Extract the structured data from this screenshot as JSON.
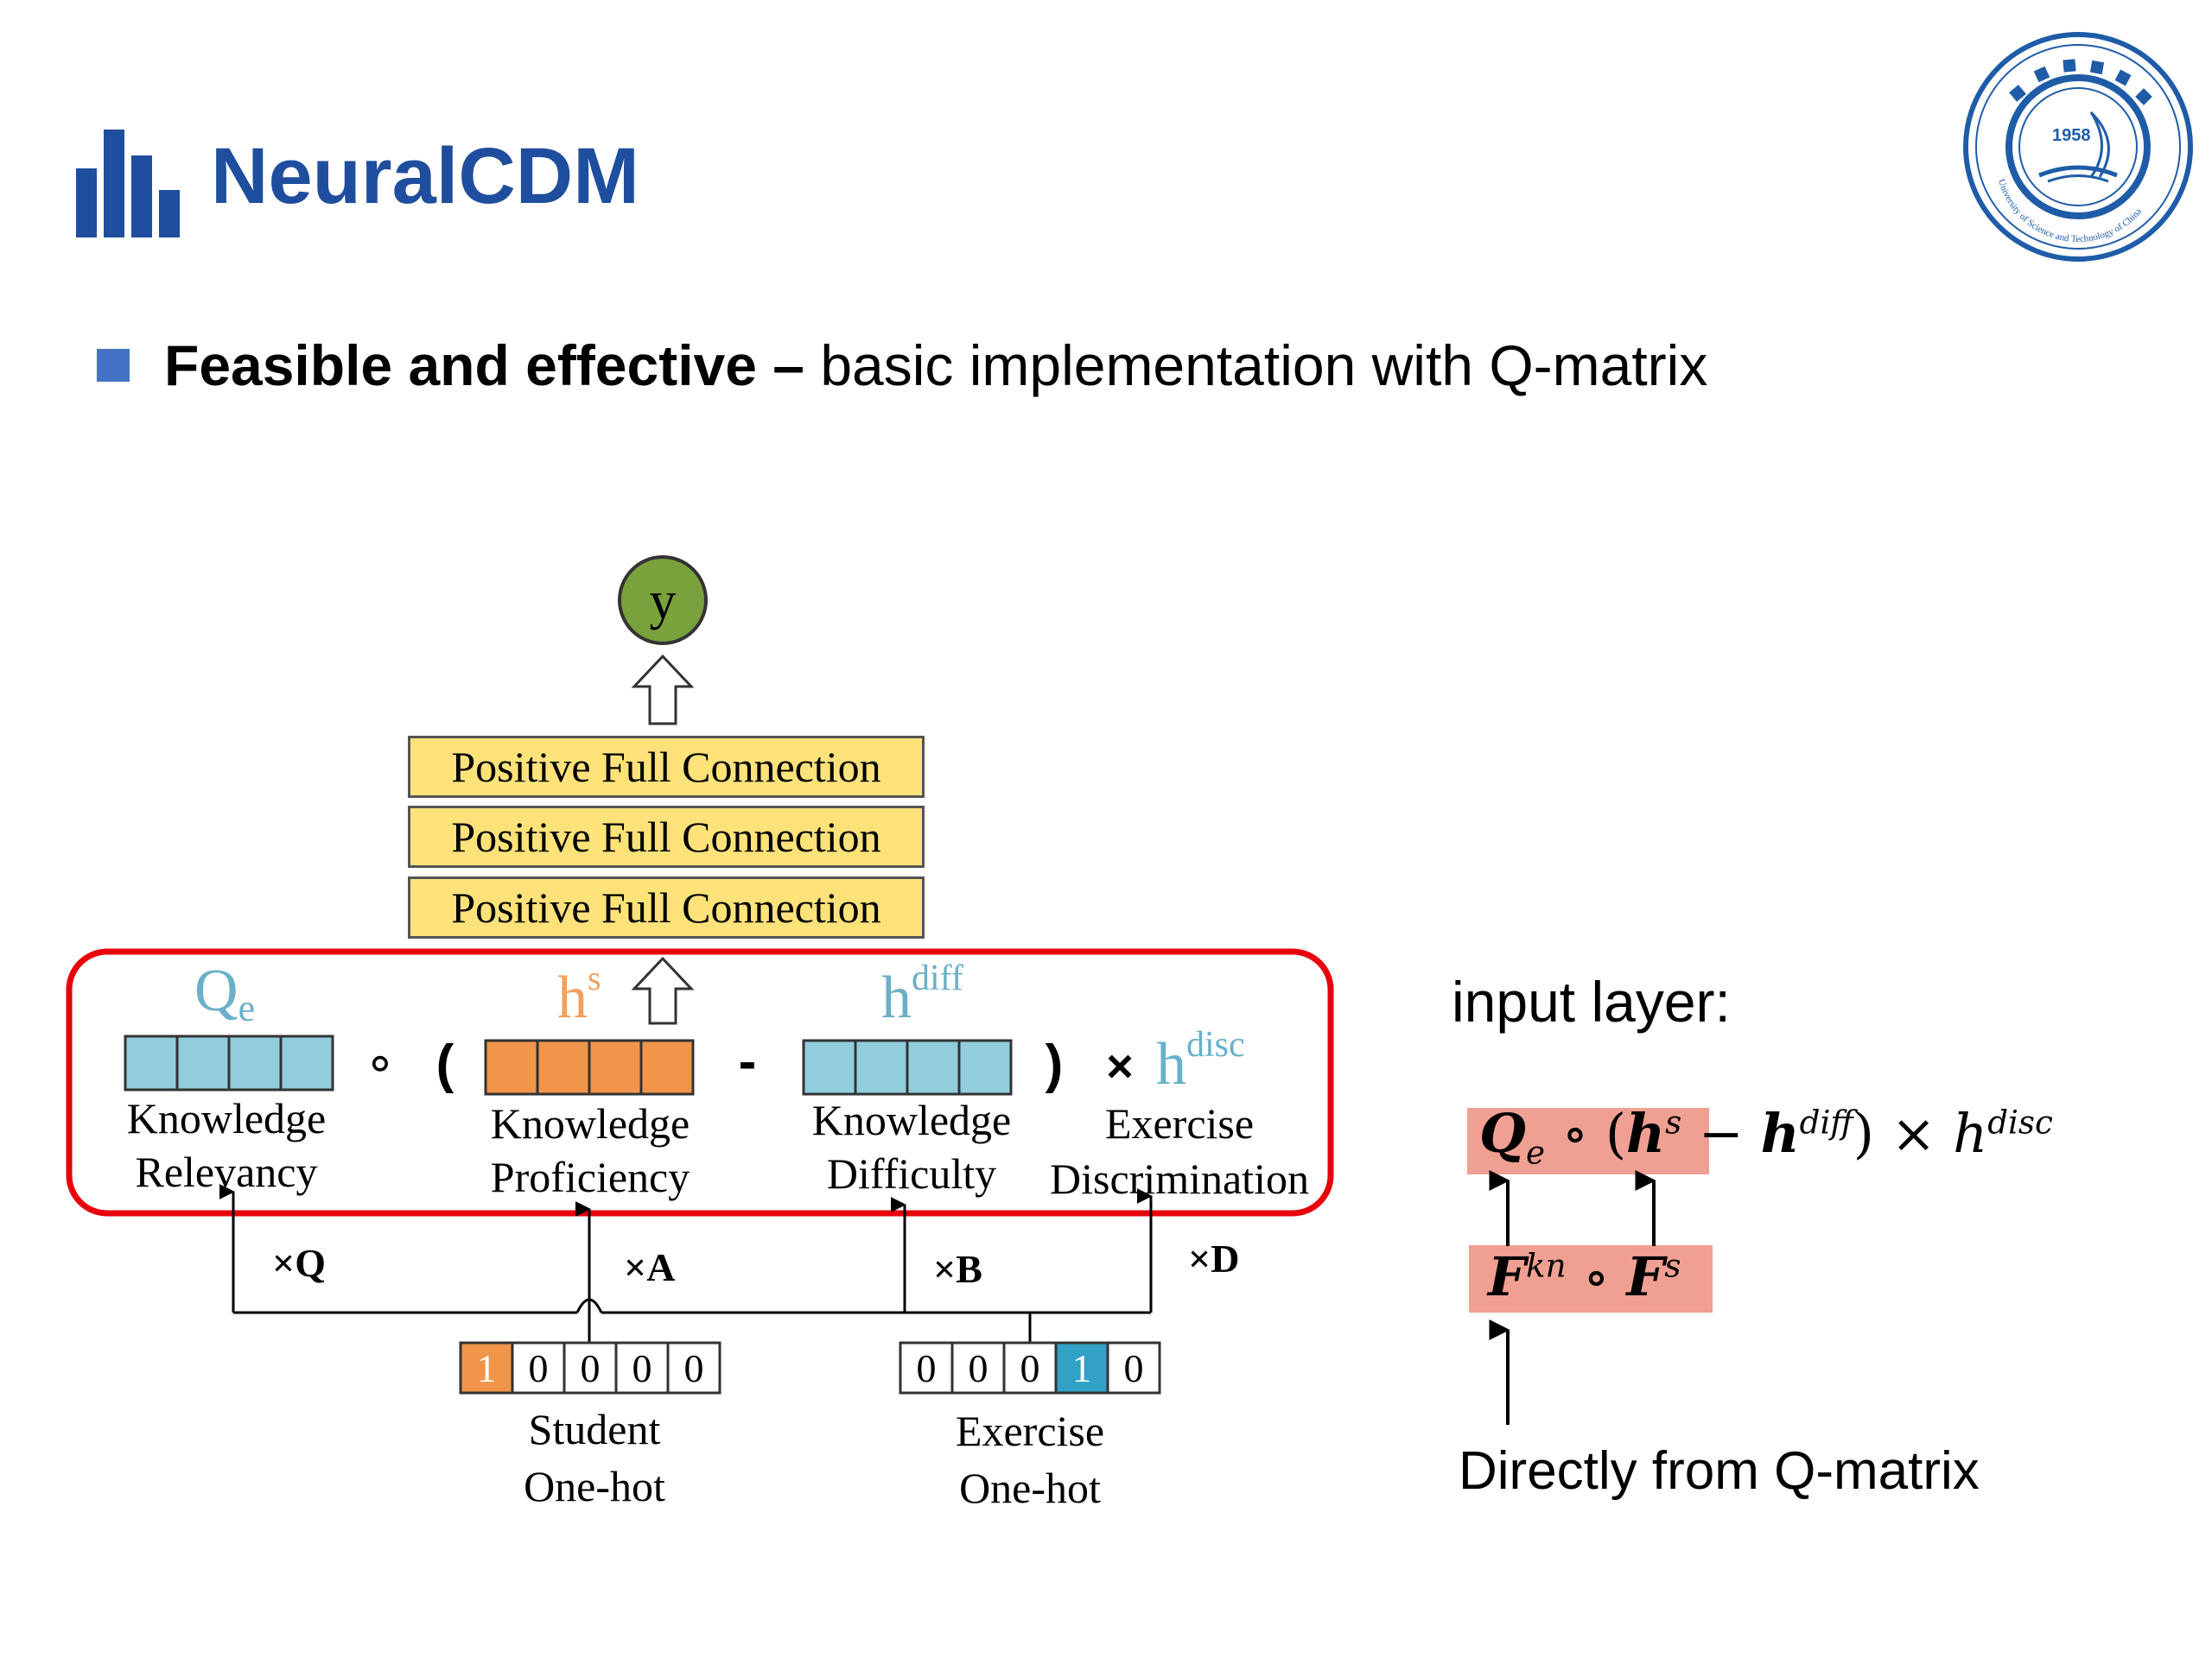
{
  "title": "NeuralCDM",
  "bullet": {
    "bold": "Feasible and effective – ",
    "rest": "basic implementation with Q-matrix"
  },
  "seal": {
    "year": "1958",
    "ring_text": "University of Science and Technology of China"
  },
  "diagram": {
    "output": "y",
    "layers": [
      "Positive Full Connection",
      "Positive Full Connection",
      "Positive Full Connection"
    ],
    "factors": [
      {
        "symbol": "Q",
        "sub": "e",
        "sup": "",
        "label1": "Knowledge",
        "label2": "Relevancy",
        "color": "#6ab0c8",
        "cell_fill": "#92cddc"
      },
      {
        "symbol": "h",
        "sub": "",
        "sup": "s",
        "label1": "Knowledge",
        "label2": "Proficiency",
        "color": "#f2a060",
        "cell_fill": "#f0954a"
      },
      {
        "symbol": "h",
        "sub": "",
        "sup": "diff",
        "label1": "Knowledge",
        "label2": "Difficulty",
        "color": "#6ab0c8",
        "cell_fill": "#92cddc"
      },
      {
        "symbol": "h",
        "sub": "",
        "sup": "disc",
        "label1": "Exercise",
        "label2": "Discrimination",
        "color": "#6ab0c8"
      }
    ],
    "operators": [
      "∘",
      "(",
      "-",
      ")",
      "×"
    ],
    "multipliers": [
      "×Q",
      "×A",
      "×B",
      "×D"
    ],
    "student_onehot": {
      "values": [
        "1",
        "0",
        "0",
        "0",
        "0"
      ],
      "active_index": 0,
      "active_color": "#f0954a",
      "label1": "Student",
      "label2": "One-hot"
    },
    "exercise_onehot": {
      "values": [
        "0",
        "0",
        "0",
        "1",
        "0"
      ],
      "active_index": 3,
      "active_color": "#31a2c6",
      "label1": "Exercise",
      "label2": "One-hot"
    },
    "highlight_color": "#e8000b"
  },
  "input_layer": {
    "label": "input layer:",
    "formula_top": {
      "Q": "Q",
      "e": "e",
      "open": " ∘ (",
      "h": "h",
      "s": "s",
      "minus": " − ",
      "h2": "h",
      "diff": "diff",
      "close": ") × ",
      "h3": "h",
      "disc": "disc"
    },
    "formula_bottom": {
      "F": "F",
      "kn": "kn",
      "op": " ∘ ",
      "F2": "F",
      "s": "s"
    },
    "source": "Directly from Q-matrix"
  }
}
